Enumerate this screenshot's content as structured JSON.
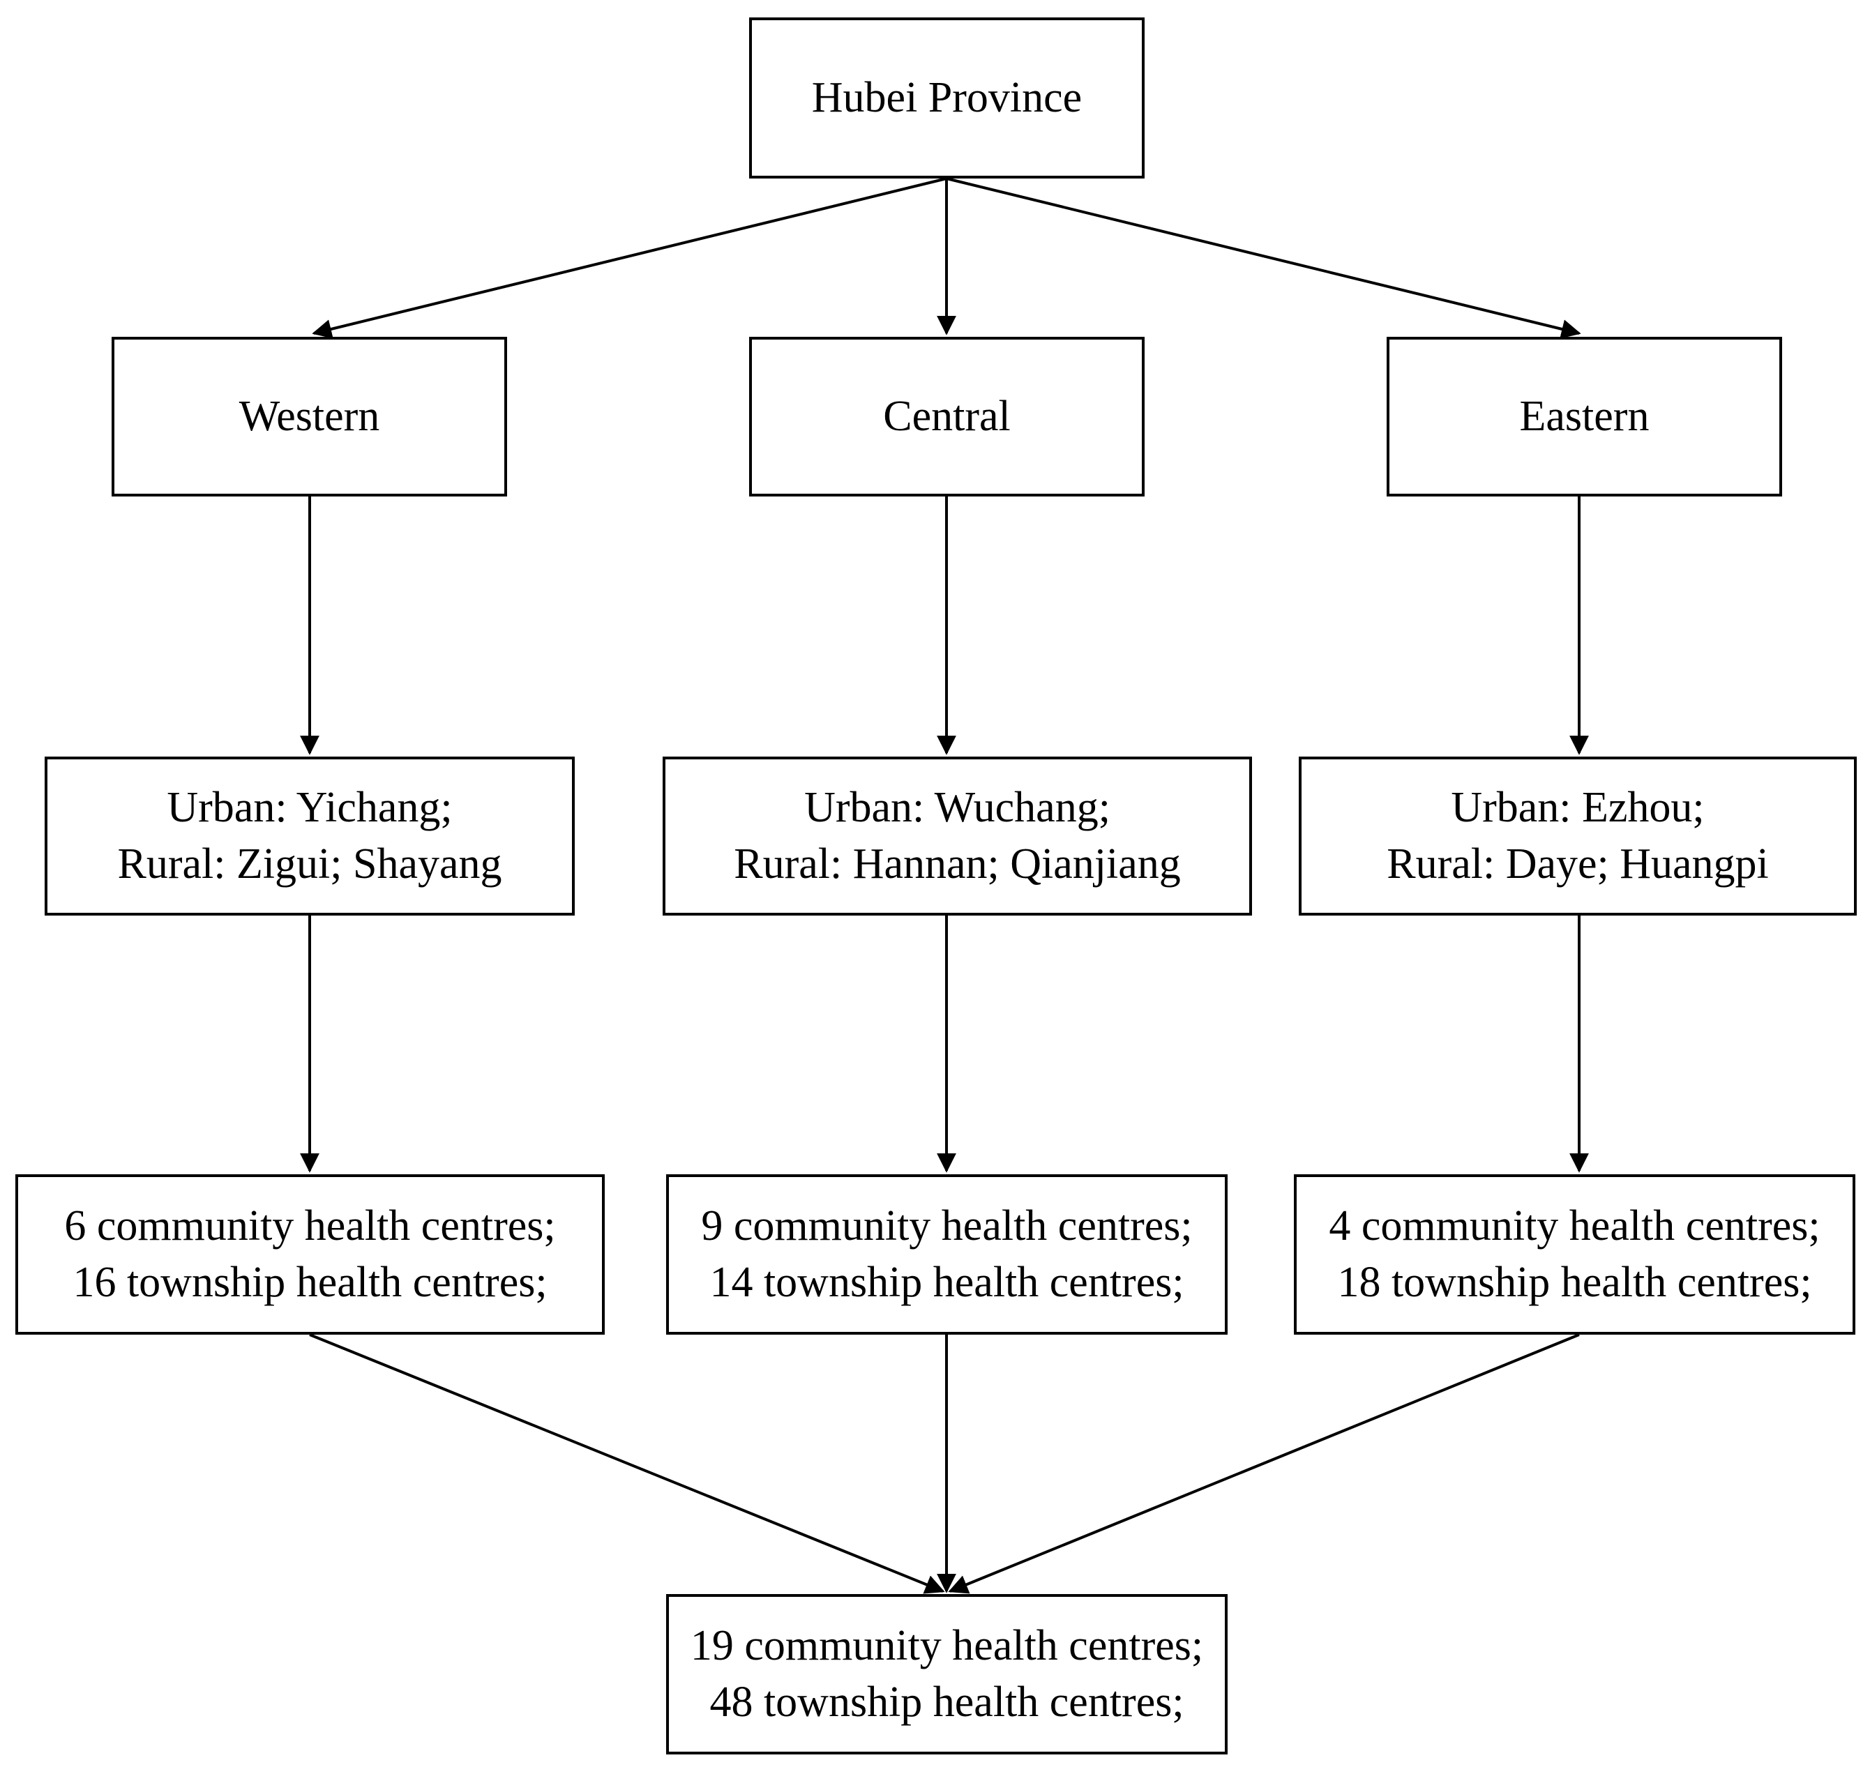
{
  "diagram": {
    "type": "flowchart",
    "orientation": "top-down",
    "line_color": "#000000",
    "box_fill": "#ffffff",
    "box_border": "#000000",
    "root": {
      "label": "Hubei Province"
    },
    "regions": [
      {
        "label": "Western"
      },
      {
        "label": "Central"
      },
      {
        "label": "Eastern"
      }
    ],
    "sites": [
      {
        "urban": "Urban: Yichang;",
        "rural": "Rural: Zigui;  Shayang"
      },
      {
        "urban": "Urban: Wuchang;",
        "rural": "Rural: Hannan; Qianjiang"
      },
      {
        "urban": "Urban: Ezhou;",
        "rural": "Rural: Daye; Huangpi"
      }
    ],
    "counts": [
      {
        "community": "6 community health centres;",
        "township": "16 township health centres;"
      },
      {
        "community": "9 community health centres;",
        "township": "14 township health centres;"
      },
      {
        "community": "4 community health centres;",
        "township": "18 township health centres;"
      }
    ],
    "total": {
      "community": "19 community health centres;",
      "township": "48 township health centres;"
    }
  }
}
